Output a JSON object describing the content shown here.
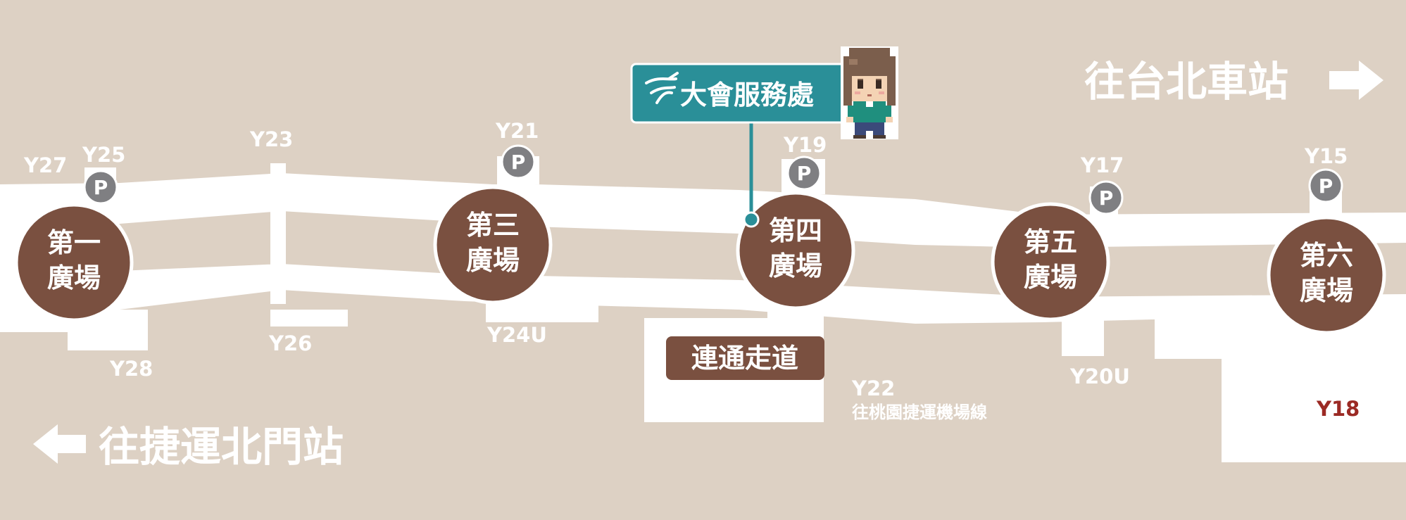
{
  "colors": {
    "background": "#ddd1c4",
    "walkway": "#ffffff",
    "plaza": "#7a5040",
    "parking_badge": "#7f7f82",
    "service_teal": "#2a8f98",
    "exit_highlight": "#9b2a24"
  },
  "directions": {
    "to_taipei_main": "往台北車站",
    "to_north_gate": "往捷運北門站"
  },
  "plazas": [
    {
      "id": "1",
      "line1": "第一",
      "line2": "廣場"
    },
    {
      "id": "3",
      "line1": "第三",
      "line2": "廣場"
    },
    {
      "id": "4",
      "line1": "第四",
      "line2": "廣場"
    },
    {
      "id": "5",
      "line1": "第五",
      "line2": "廣場"
    },
    {
      "id": "6",
      "line1": "第六",
      "line2": "廣場"
    }
  ],
  "exits": {
    "y27": "Y27",
    "y25": "Y25",
    "y23": "Y23",
    "y21": "Y21",
    "y19": "Y19",
    "y17": "Y17",
    "y15": "Y15",
    "y28": "Y28",
    "y26": "Y26",
    "y24u": "Y24U",
    "y22": "Y22",
    "y20u": "Y20U",
    "y18": "Y18"
  },
  "y22_sub": "往桃園捷運機場線",
  "parking_symbol": "P",
  "corridor_label": "連通走道",
  "service_desk": {
    "label": "大會服務處",
    "logo_icon": "dragon-logo-icon",
    "mascot_icon": "pixel-girl-mascot-icon"
  }
}
